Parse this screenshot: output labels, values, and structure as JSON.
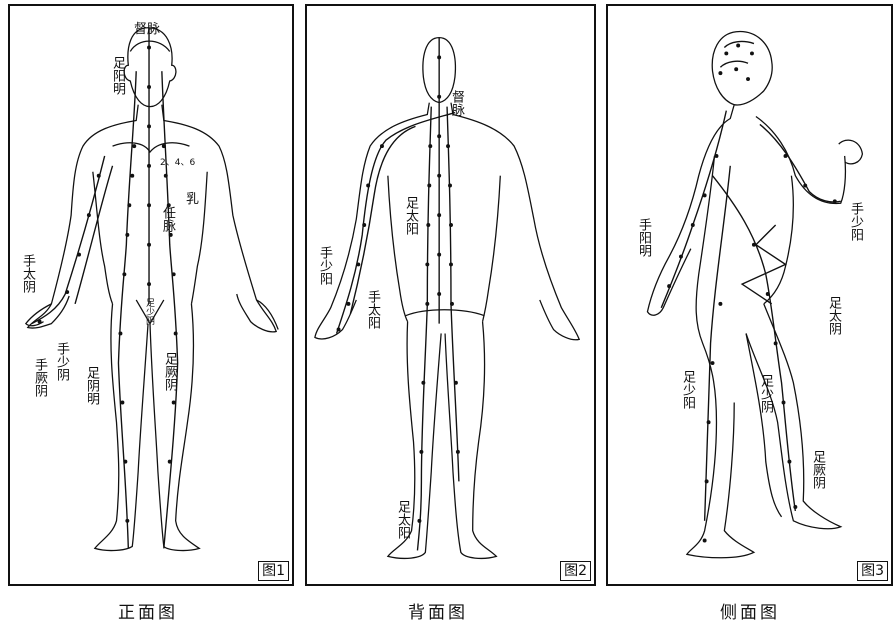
{
  "panels": [
    {
      "badge": "图1",
      "caption": "正面图",
      "labels": {
        "du": "督脉",
        "zu_yangming": "足阳明",
        "ren": "任脉",
        "ru": "乳",
        "ribs": "2、4、6",
        "shou_taiyin": "手太阴",
        "shou_shaoyin": "手少阴",
        "shou_jueyin": "手厥阴",
        "zu_yinming": "足阴明",
        "zu_jueyin": "足厥阴",
        "zu_shaoyin": "足少阴"
      }
    },
    {
      "badge": "图2",
      "caption": "背面图",
      "labels": {
        "du": "督脉",
        "zu_taiyang_upper": "足太阳",
        "shou_shaoyang": "手少阳",
        "shou_taiyang": "手太阳",
        "zu_taiyang_lower": "足太阳"
      }
    },
    {
      "badge": "图3",
      "caption": "侧面图",
      "labels": {
        "shou_yangming": "手阳明",
        "shou_shaoyang": "手少阳",
        "zu_taiyin": "足太阴",
        "zu_shaoyang": "足少阳",
        "zu_shaoyin": "足少阴",
        "zu_jueyin": "足厥阴"
      }
    }
  ],
  "colors": {
    "ink": "#111111",
    "paper": "#ffffff"
  }
}
